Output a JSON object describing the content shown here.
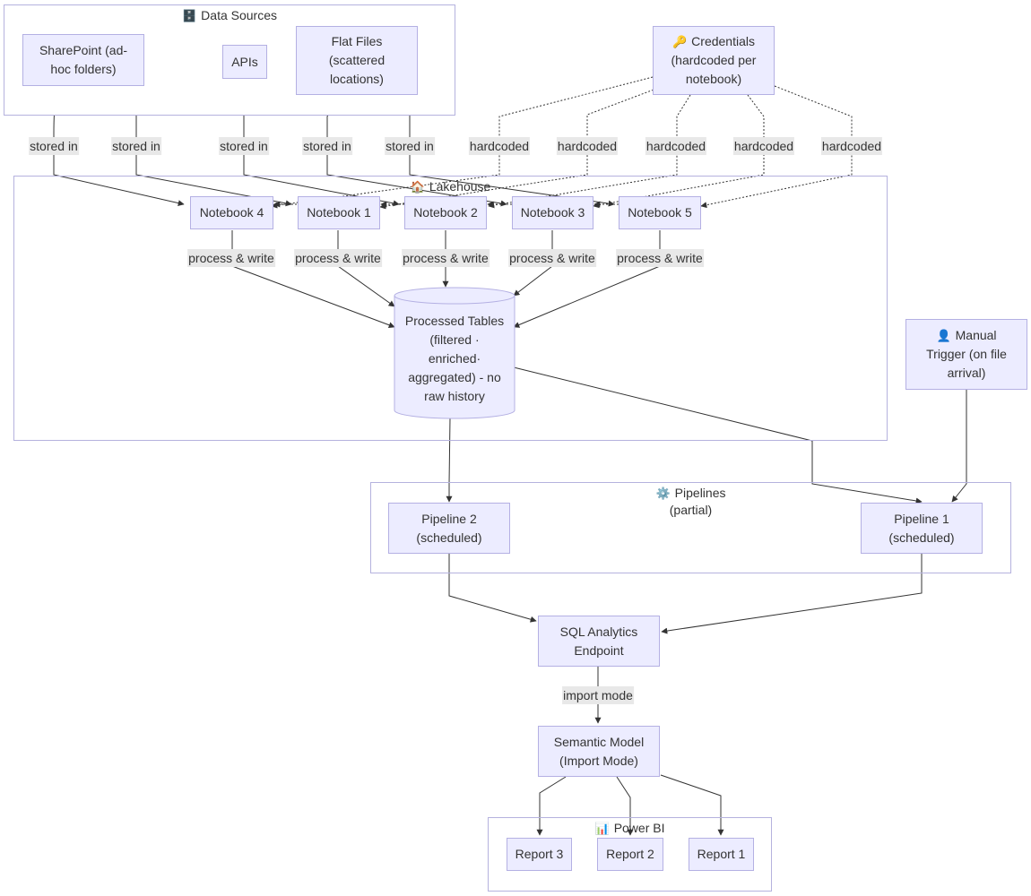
{
  "clusters": {
    "data_sources": {
      "title": "Data Sources",
      "icon": "database-icon"
    },
    "lakehouse": {
      "title": "Lakehouse",
      "icon": "house-icon"
    },
    "pipelines": {
      "title_line1": "Pipelines",
      "title_line2": "(partial)",
      "icon": "gear-icon"
    },
    "power_bi": {
      "title": "Power BI",
      "icon": "bar-chart-icon"
    }
  },
  "nodes": {
    "sharepoint": {
      "line1": "SharePoint (ad-",
      "line2": "hoc folders)"
    },
    "apis": {
      "line1": "APIs"
    },
    "flat_files": {
      "line1": "Flat Files",
      "line2": "(scattered",
      "line3": "locations)"
    },
    "credentials": {
      "line1": "Credentials",
      "line2": "(hardcoded per",
      "line3": "notebook)",
      "icon": "key-icon"
    },
    "notebook4": {
      "line1": "Notebook 4"
    },
    "notebook1": {
      "line1": "Notebook 1"
    },
    "notebook2": {
      "line1": "Notebook 2"
    },
    "notebook3": {
      "line1": "Notebook 3"
    },
    "notebook5": {
      "line1": "Notebook 5"
    },
    "processed_tables": {
      "line1": "Processed Tables",
      "line2": "(filtered ·",
      "line3": "enriched·",
      "line4": "aggregated) - no",
      "line5": "raw history"
    },
    "manual_trigger": {
      "line1": "Manual",
      "line2": "Trigger (on file",
      "line3": "arrival)",
      "icon": "user-icon"
    },
    "pipeline2": {
      "line1": "Pipeline 2",
      "line2": "(scheduled)"
    },
    "pipeline1": {
      "line1": "Pipeline 1",
      "line2": "(scheduled)"
    },
    "sql_endpoint": {
      "line1": "SQL Analytics",
      "line2": "Endpoint"
    },
    "semantic_model": {
      "line1": "Semantic Model",
      "line2": "(Import Mode)"
    },
    "report3": {
      "line1": "Report 3"
    },
    "report2": {
      "line1": "Report 2"
    },
    "report1": {
      "line1": "Report 1"
    }
  },
  "edge_labels": {
    "stored_in": "stored in",
    "hardcoded": "hardcoded",
    "process_write": "process & write",
    "import_mode": "import mode"
  }
}
